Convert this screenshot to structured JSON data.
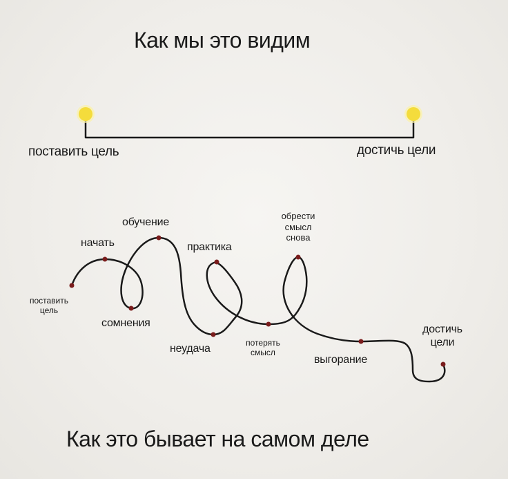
{
  "titles": {
    "top": "Как мы это видим",
    "bottom": "Как это бывает на самом деле"
  },
  "ideal": {
    "start_label": "поставить цель",
    "end_label": "достичь цели"
  },
  "reality": {
    "set_goal_line1": "поставить",
    "set_goal_line2": "цель",
    "start": "начать",
    "learning": "обучение",
    "doubts": "сомнения",
    "practice": "практика",
    "failure": "неудача",
    "lose_meaning_line1": "потерять",
    "lose_meaning_line2": "смысл",
    "find_meaning_line1": "обрести",
    "find_meaning_line2": "смысл",
    "find_meaning_line3": "снова",
    "burnout": "выгорание",
    "reach_line1": "достичь",
    "reach_line2": "цели"
  },
  "colors": {
    "bulb": "#f4dc3c",
    "bulb_glow": "#fbf2a6",
    "line": "#1a1a1a",
    "dot": "#7a1c1c"
  }
}
